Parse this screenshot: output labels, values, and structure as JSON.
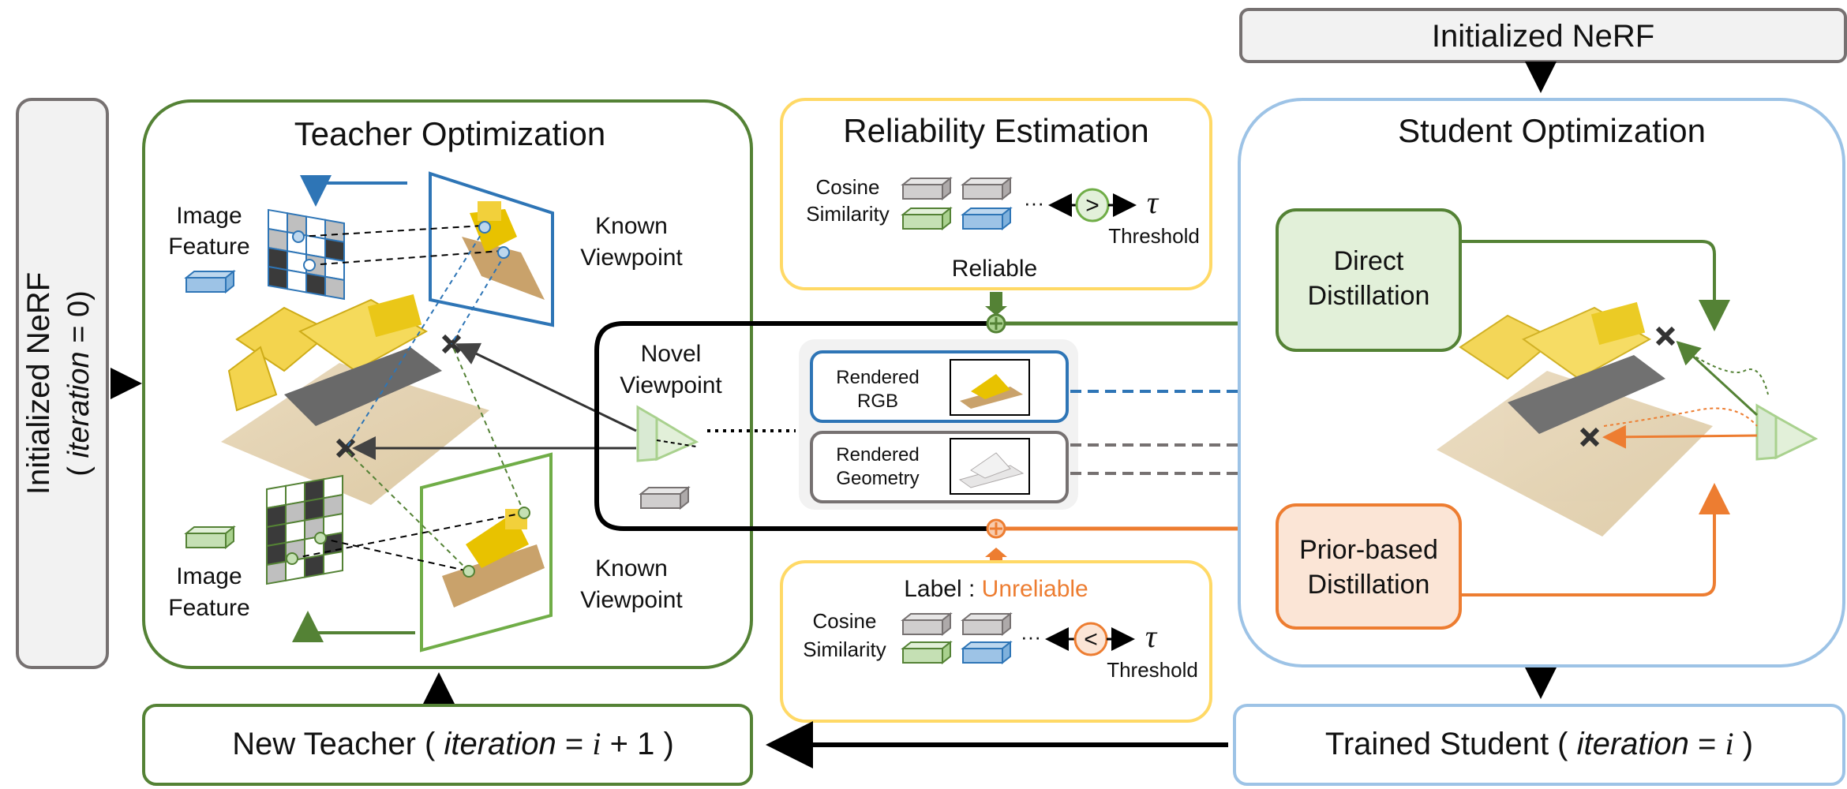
{
  "colors": {
    "teacher_green": "#548235",
    "student_blue": "#9dc3e6",
    "reliability_yellow": "#ffd966",
    "reliable_green": "#70ad47",
    "unreliable_orange": "#ed7d31",
    "rgb_blue": "#2e75b6",
    "geometry_gray": "#767171",
    "direct_fill": "#e2f0d9",
    "prior_fill": "#fbe5d6"
  },
  "initialized_nerf_top": "Initialized NeRF",
  "initialized_nerf_left": {
    "line1": "Initialized NeRF",
    "line2_open": "( ",
    "line2_italic": "iteration",
    "line2_rest": " = 0)"
  },
  "teacher": {
    "title": "Teacher Optimization",
    "image_feature_label_line1": "Image",
    "image_feature_label_line2": "Feature",
    "known_viewpoint_line1": "Known",
    "known_viewpoint_line2": "Viewpoint",
    "novel_viewpoint_line1": "Novel",
    "novel_viewpoint_line2": "Viewpoint"
  },
  "reliability": {
    "title": "Reliability Estimation",
    "cosine_line1": "Cosine",
    "cosine_line2": "Similarity",
    "ellipsis": "···",
    "greater": ">",
    "tau": "τ",
    "threshold": "Threshold",
    "reliable": "Reliable"
  },
  "unreliable_box": {
    "label_prefix": "Label : ",
    "label_value": "Unreliable",
    "cosine_line1": "Cosine",
    "cosine_line2": "Similarity",
    "ellipsis": "···",
    "less": "<",
    "tau": "τ",
    "threshold": "Threshold"
  },
  "rendered": {
    "rgb_line1": "Rendered",
    "rgb_line2": "RGB",
    "geometry_line1": "Rendered",
    "geometry_line2": "Geometry"
  },
  "student": {
    "title": "Student Optimization",
    "direct_line1": "Direct",
    "direct_line2": "Distillation",
    "prior_line1": "Prior-based",
    "prior_line2": "Distillation"
  },
  "new_teacher": {
    "prefix": "New Teacher ( ",
    "italic": "iteration",
    "eq": " = ",
    "math": "i",
    "suffix": " + 1  )"
  },
  "trained_student": {
    "prefix": "Trained Student ( ",
    "italic": "iteration",
    "eq": " = ",
    "math": "i",
    "suffix": "  )"
  }
}
